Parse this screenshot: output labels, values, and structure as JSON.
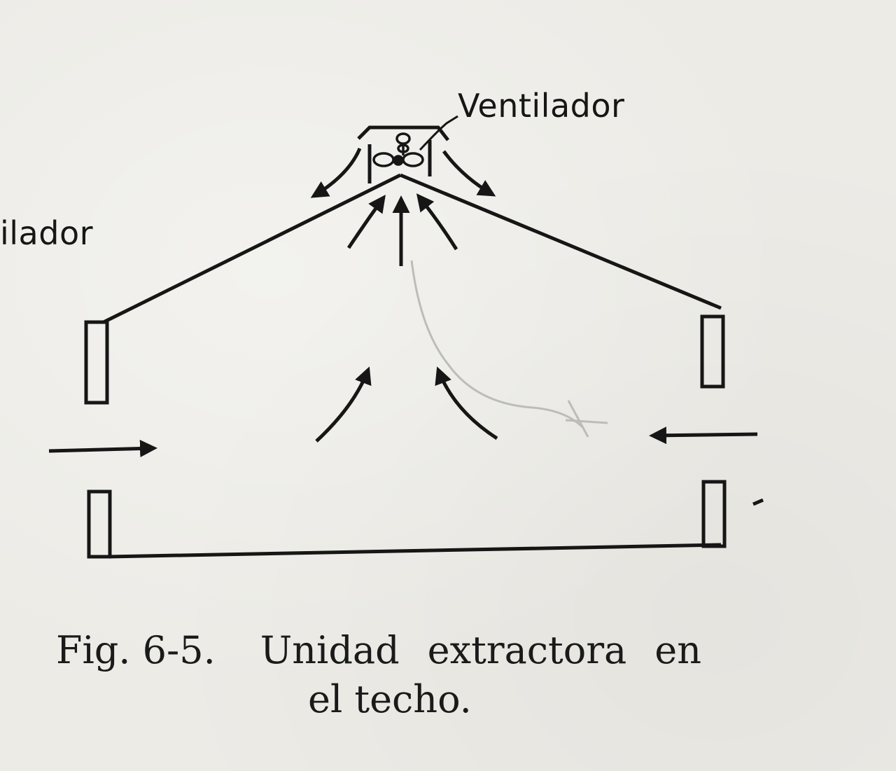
{
  "labels": {
    "fan": "Ventilador",
    "fan_left_cut": "ilador"
  },
  "caption": {
    "number": "Fig. 6-5.",
    "line1_words": [
      "Unidad",
      "extractora",
      "en"
    ],
    "line2": "el techo."
  },
  "colors": {
    "ink": "#161616",
    "paper": "#ecebe6",
    "pencil": "#bdbdb8"
  }
}
